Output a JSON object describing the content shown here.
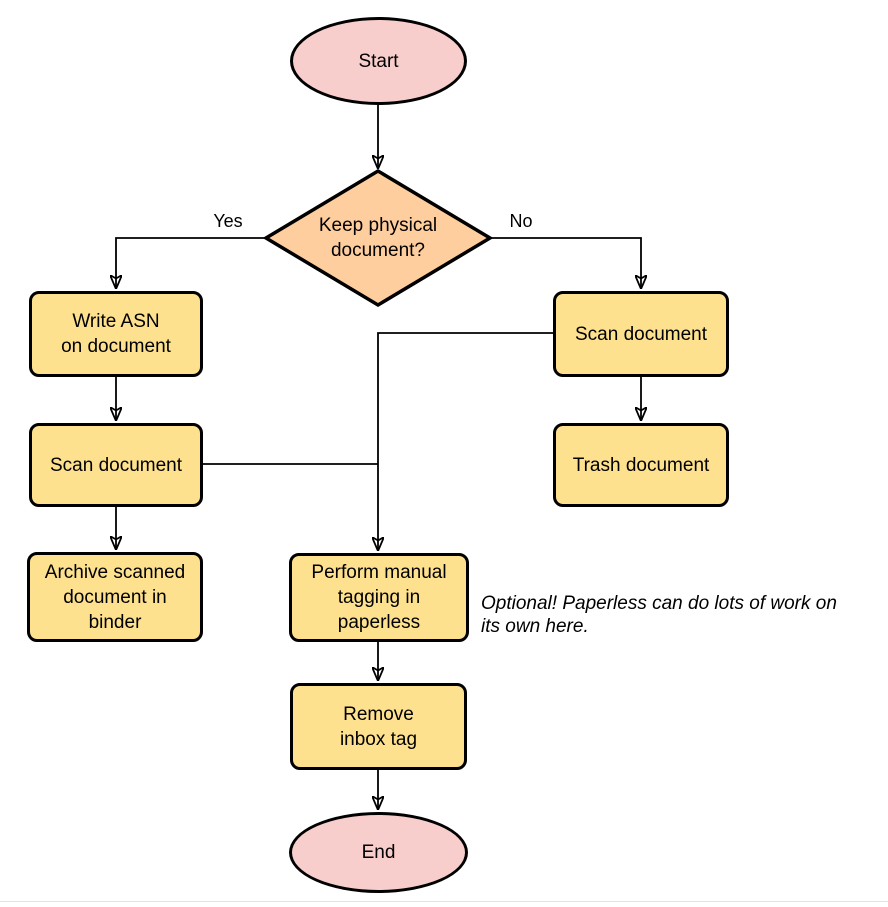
{
  "diagram_type": "flowchart",
  "nodes": {
    "start": {
      "id": "start",
      "shape": "terminator",
      "lines": [
        "Start"
      ]
    },
    "decision": {
      "id": "decision",
      "shape": "diamond",
      "lines": [
        "Keep physical",
        "document?"
      ]
    },
    "write_asn": {
      "id": "write_asn",
      "shape": "process",
      "lines": [
        "Write ASN",
        "on document"
      ]
    },
    "scan_left": {
      "id": "scan_left",
      "shape": "process",
      "lines": [
        "Scan document"
      ]
    },
    "archive": {
      "id": "archive",
      "shape": "process",
      "lines": [
        "Archive scanned",
        "document in",
        "binder"
      ]
    },
    "scan_right": {
      "id": "scan_right",
      "shape": "process",
      "lines": [
        "Scan document"
      ]
    },
    "trash": {
      "id": "trash",
      "shape": "process",
      "lines": [
        "Trash document"
      ]
    },
    "tagging": {
      "id": "tagging",
      "shape": "process",
      "lines": [
        "Perform manual",
        "tagging in",
        "paperless"
      ]
    },
    "remove_inbox": {
      "id": "remove_inbox",
      "shape": "process",
      "lines": [
        "Remove",
        "inbox tag"
      ]
    },
    "end": {
      "id": "end",
      "shape": "terminator",
      "lines": [
        "End"
      ]
    }
  },
  "edge_labels": {
    "yes": "Yes",
    "no": "No"
  },
  "edges": [
    {
      "from": "start",
      "to": "decision",
      "label": ""
    },
    {
      "from": "decision",
      "to": "write_asn",
      "label": "Yes"
    },
    {
      "from": "decision",
      "to": "scan_right",
      "label": "No"
    },
    {
      "from": "write_asn",
      "to": "scan_left",
      "label": ""
    },
    {
      "from": "scan_left",
      "to": "archive",
      "label": ""
    },
    {
      "from": "scan_left",
      "to": "tagging",
      "label": ""
    },
    {
      "from": "scan_right",
      "to": "trash",
      "label": ""
    },
    {
      "from": "scan_right",
      "to": "tagging",
      "label": ""
    },
    {
      "from": "tagging",
      "to": "remove_inbox",
      "label": ""
    },
    {
      "from": "remove_inbox",
      "to": "end",
      "label": ""
    }
  ],
  "note": {
    "lines": [
      "Optional! Paperless can do lots of work on",
      "its own here."
    ]
  },
  "colors": {
    "terminator_fill": "#f8cecc",
    "decision_fill": "#ffce9e",
    "process_fill": "#fde18f",
    "stroke": "#000000"
  }
}
